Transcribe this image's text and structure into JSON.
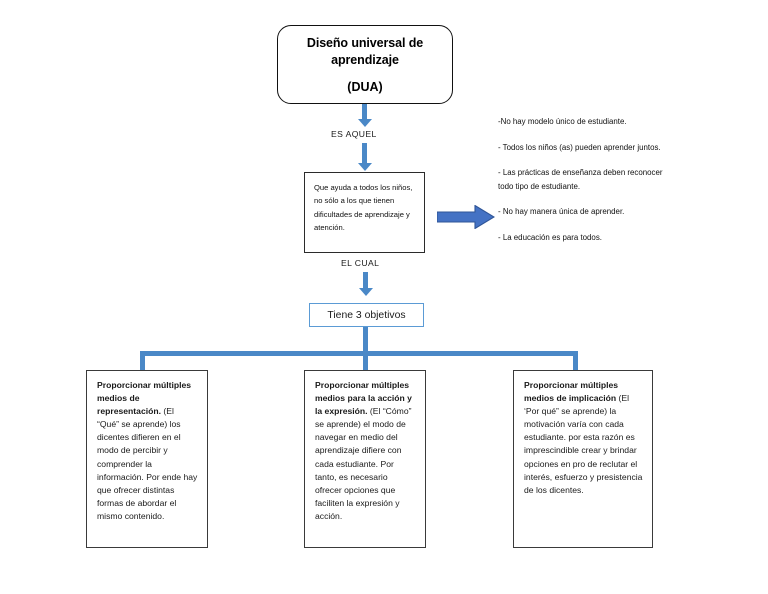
{
  "diagram": {
    "title_box": {
      "line1": "Diseño universal de",
      "line2": "aprendizaje",
      "line3": "(DUA)"
    },
    "connector_labels": {
      "es_aquel": "ES AQUEL",
      "el_cual": "EL CUAL"
    },
    "definition_box": {
      "text": "Que ayuda a todos los niños, no sólo a los que tienen dificultades de aprendizaje y atención."
    },
    "notes": [
      "-No hay modelo único de estudiante.",
      "- Todos los niños (as) pueden aprender juntos.",
      "- Las prácticas de enseñanza deben reconocer todo tipo de estudiante.",
      "- No hay manera única de aprender.",
      "- La educación es para todos."
    ],
    "objectives_box": {
      "label": "Tiene 3 objetivos"
    },
    "leaves": [
      {
        "heading": "Proporcionar múltiples medios de representación.",
        "body": " (El “Qué” se aprende) los dicentes difieren en el modo de percibir y comprender la información. Por ende hay que ofrecer distintas formas de abordar el mismo contenido."
      },
      {
        "heading": "Proporcionar múltiples medios para la acción y la expresión.",
        "body": " (El “Cómo” se aprende) el modo de navegar en medio del aprendizaje difiere con cada estudiante. Por tanto, es necesario ofrecer opciones que faciliten la expresión y acción."
      },
      {
        "heading": "Proporcionar múltiples medios de implicación",
        "body": " (El ‘Por qué” se aprende) la motivación varía con cada estudiante. por esta razón es imprescindible crear y brindar opciones en pro de reclutar el interés, esfuerzo y presistencia de los dicentes."
      }
    ],
    "colors": {
      "connector_blue": "#4a88c7",
      "arrow_blue": "#4472c4",
      "arrow_border": "#2f5597",
      "objectives_border": "#5b9bd5",
      "box_border": "#2b2b2b",
      "background": "#ffffff"
    },
    "icons": {
      "arrow_right": "right-arrow-icon",
      "arrow_down": "down-arrow-icon"
    }
  }
}
